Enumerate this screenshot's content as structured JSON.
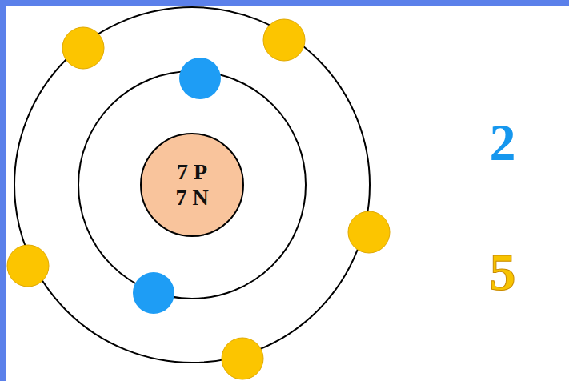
{
  "diagram": {
    "nodes": [
      {
        "text": [
          "7 P",
          "7 N"
        ]
      }
    ],
    "labels": [
      "2",
      "5"
    ]
  }
}
